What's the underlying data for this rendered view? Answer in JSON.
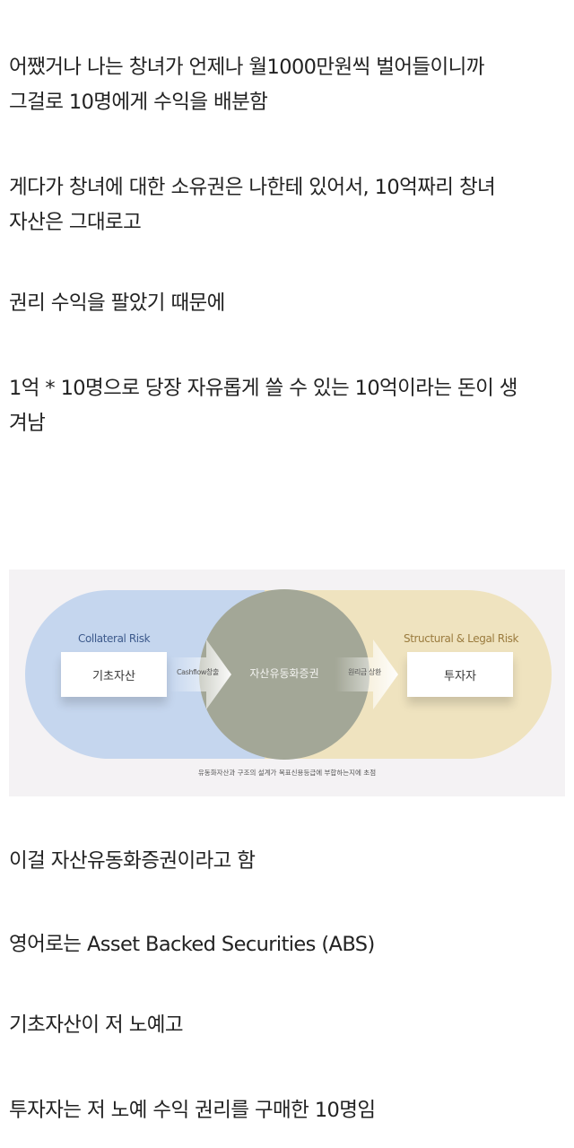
{
  "paragraphs": [
    {
      "lines": [
        "어쨌거나 나는 창녀가 언제나 월1000만원씩 벌어들이니까",
        "그걸로 10명에게 수익을 배분함"
      ]
    },
    {
      "lines": [
        "게다가 창녀에 대한 소유권은 나한테 있어서, 10억짜리 창녀",
        "자산은 그대로고"
      ]
    },
    {
      "lines": [
        "권리 수익을 팔았기 때문에"
      ]
    },
    {
      "lines": [
        "1억 * 10명으로 당장 자유롭게 쓸 수 있는 10억이라는 돈이 생",
        "겨남"
      ]
    },
    {
      "lines": [
        "이걸 자산유동화증권이라고 함"
      ]
    },
    {
      "lines": [
        "영어로는 Asset Backed Securities (ABS)"
      ]
    },
    {
      "lines": [
        "기초자산이 저 노예고"
      ]
    },
    {
      "lines": [
        "투자자는 저 노예 수익 권리를 구매한 10명임"
      ]
    }
  ],
  "diagram": {
    "left_risk": "Collateral Risk",
    "right_risk": "Structural & Legal Risk",
    "left_box": "기초자산",
    "center": "자산유동화증권",
    "right_box": "투자자",
    "arrow1": "Cashflow창출",
    "arrow2": "원리금 상환",
    "caption": "유동화자산과 구조의 설계가 목표신용등급에 부합하는지에 초점",
    "colors": {
      "left": "#c5d6ee",
      "right": "#efe3bf",
      "center": "#a3a797",
      "left_risk": "#3d5a8c",
      "right_risk": "#9a7b3e"
    }
  }
}
